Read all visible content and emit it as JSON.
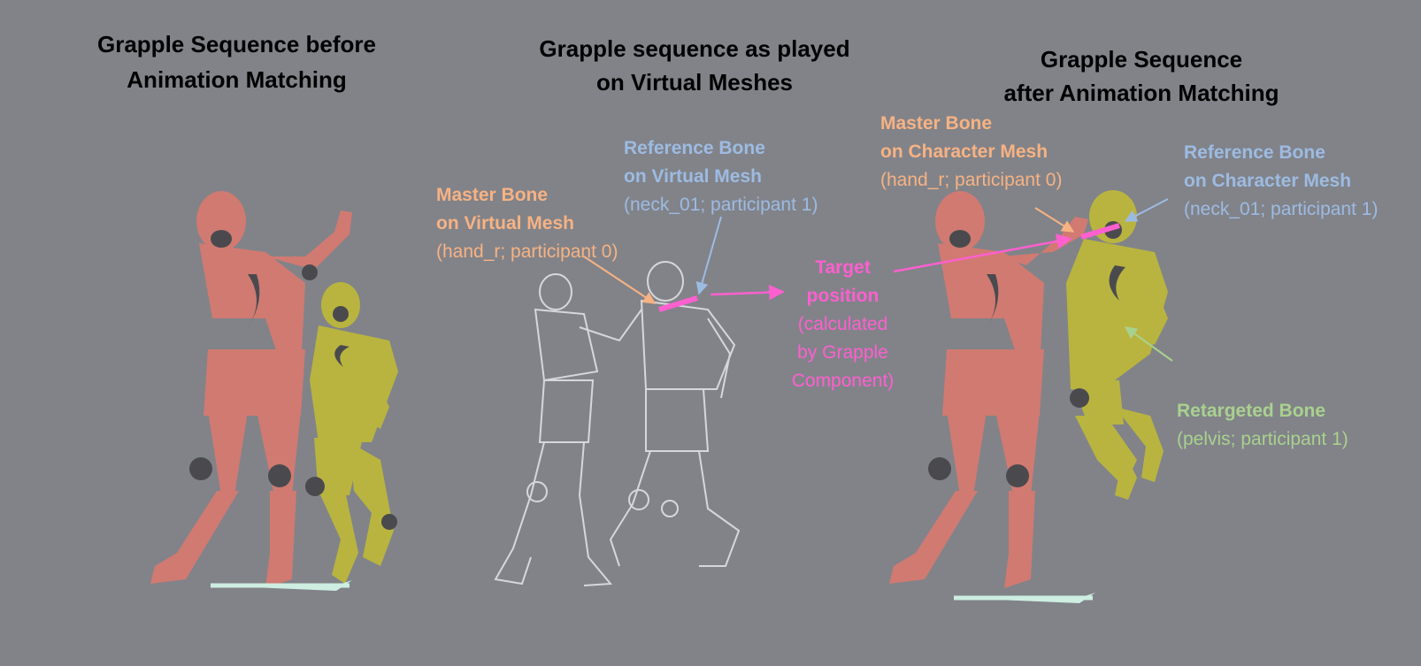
{
  "titles": {
    "left_line1": "Grapple Sequence before",
    "left_line2": "Animation Matching",
    "middle_line1": "Grapple sequence as played",
    "middle_line2": "on Virtual Meshes",
    "right_line1": "Grapple Sequence",
    "right_line2": "after Animation Matching"
  },
  "labels": {
    "master_virtual": {
      "line1": "Master Bone",
      "line2": "on Virtual Mesh",
      "line3": "(hand_r; participant 0)"
    },
    "reference_virtual": {
      "line1": "Reference Bone",
      "line2": "on Virtual Mesh",
      "line3": "(neck_01; participant 1)"
    },
    "target": {
      "line1": "Target",
      "line2": "position",
      "line3": "(calculated",
      "line4": "by Grapple",
      "line5": "Component)"
    },
    "master_character": {
      "line1": "Master Bone",
      "line2": "on Character Mesh",
      "line3": "(hand_r; participant 0)"
    },
    "reference_character": {
      "line1": "Reference Bone",
      "line2": "on Character Mesh",
      "line3": "(neck_01; participant 1)"
    },
    "retargeted": {
      "line1": "Retargeted Bone",
      "line2": "(pelvis; participant 1)"
    }
  },
  "colors": {
    "background": "#818389",
    "master": "#f7b283",
    "reference": "#9dbbe2",
    "target": "#ff5fcf",
    "retargeted": "#a9d18e",
    "red_mannequin": "#d07a72",
    "yellow_mannequin": "#b9b43f"
  }
}
